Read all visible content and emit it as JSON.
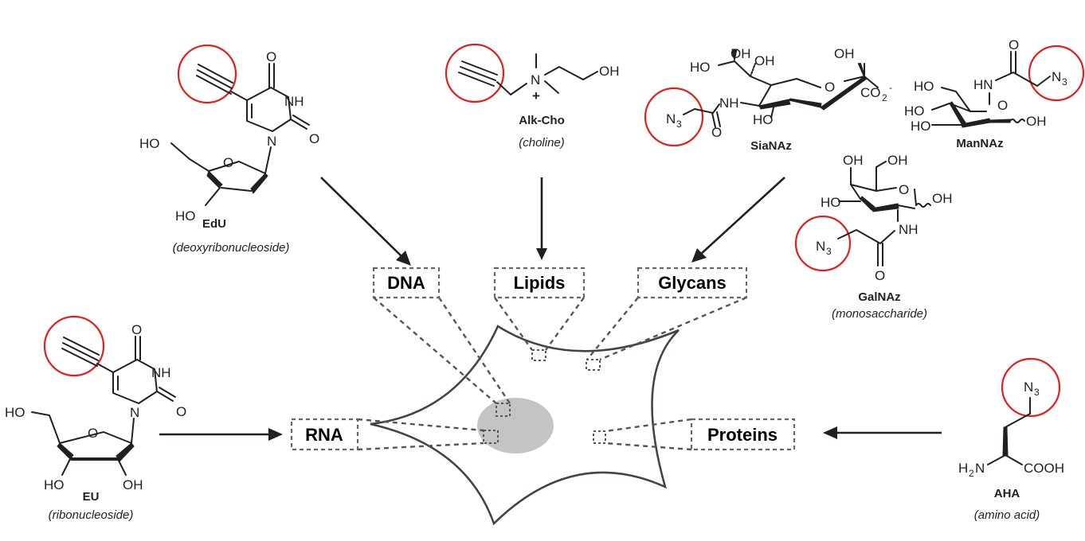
{
  "figure": {
    "title": "Metabolic labeling of biomolecules with bioorthogonal chemical reporters",
    "highlight_color": "#e02020",
    "cell_outline_color": "#4a4141",
    "nucleus_color": "#c4c4c4"
  },
  "reporters": [
    {
      "id": "edu",
      "name": "EdU",
      "class": "(deoxyribonucleoside)",
      "handle": "alkyne",
      "target": "DNA",
      "atoms": {
        "o_top": "O",
        "nh": "NH",
        "o_right": "O",
        "n": "N",
        "ho_5": "HO",
        "o_ring": "O",
        "ho_3": "HO"
      }
    },
    {
      "id": "alkcho",
      "name": "Alk-Cho",
      "class": "(choline)",
      "handle": "alkyne",
      "target": "Lipids",
      "atoms": {
        "n": "N",
        "charge": "+",
        "oh": "OH"
      }
    },
    {
      "id": "sianaz",
      "name": "SiaNAz",
      "class": "",
      "handle": "azide",
      "target": "Glycans",
      "atoms": {
        "ho": "HO",
        "oh1": "OH",
        "oh2": "OH",
        "oh3": "OH",
        "o_ring": "O",
        "co2": "CO",
        "co2_sub": "2",
        "co2_sup": "-",
        "nh": "NH",
        "n3": "N",
        "n3_sub": "3",
        "o_amide": "O",
        "ho_ring": "HO"
      }
    },
    {
      "id": "mannaz",
      "name": "ManNAz",
      "class": "",
      "handle": "azide",
      "target": "Glycans",
      "atoms": {
        "o_amide": "O",
        "hn": "HN",
        "n3": "N",
        "n3_sub": "3",
        "ho1": "HO",
        "ho2": "HO",
        "ho3": "HO",
        "o_ring": "O",
        "oh": "OH"
      }
    },
    {
      "id": "galnaz",
      "name": "GalNAz",
      "class": "(monosaccharide)",
      "handle": "azide",
      "target": "Glycans",
      "atoms": {
        "oh1": "OH",
        "oh2": "OH",
        "o_ring": "O",
        "ho": "HO",
        "oh3": "OH",
        "nh": "NH",
        "n3": "N",
        "n3_sub": "3",
        "o_amide": "O"
      }
    },
    {
      "id": "eu",
      "name": "EU",
      "class": "(ribonucleoside)",
      "handle": "alkyne",
      "target": "RNA",
      "atoms": {
        "o_top": "O",
        "nh": "NH",
        "o_right": "O",
        "n": "N",
        "ho_5": "HO",
        "o_ring": "O",
        "ho_3": "HO",
        "oh_2": "OH"
      }
    },
    {
      "id": "aha",
      "name": "AHA",
      "class": "(amino acid)",
      "handle": "azide",
      "target": "Proteins",
      "atoms": {
        "n3": "N",
        "n3_sub": "3",
        "h2n": "H",
        "h2n_sub": "2",
        "h2n_n": "N",
        "cooh": "COOH"
      }
    }
  ],
  "targets": {
    "dna": "DNA",
    "lipids": "Lipids",
    "glycans": "Glycans",
    "rna": "RNA",
    "proteins": "Proteins"
  }
}
